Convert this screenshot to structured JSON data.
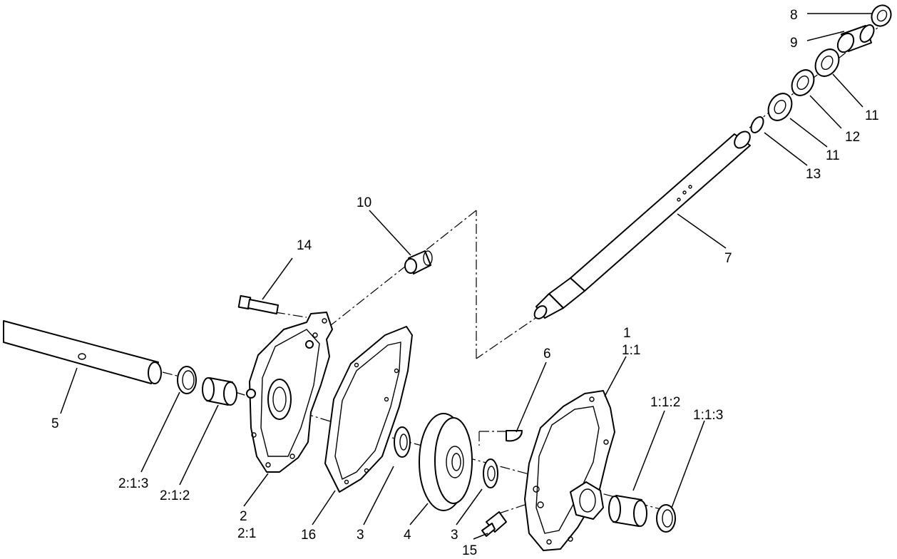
{
  "diagram": {
    "callouts": {
      "c8": "8",
      "c9": "9",
      "c11a": "11",
      "c12": "12",
      "c11b": "11",
      "c13": "13",
      "c10": "10",
      "c7": "7",
      "c14": "14",
      "c1": "1",
      "c1_1": "1:1",
      "c6": "6",
      "c5": "5",
      "c1_1_2": "1:1:2",
      "c1_1_3": "1:1:3",
      "c2_1_3": "2:1:3",
      "c2_1_2": "2:1:2",
      "c2": "2",
      "c2_1": "2:1",
      "c16": "16",
      "c3a": "3",
      "c4": "4",
      "c3b": "3",
      "c15": "15"
    }
  }
}
